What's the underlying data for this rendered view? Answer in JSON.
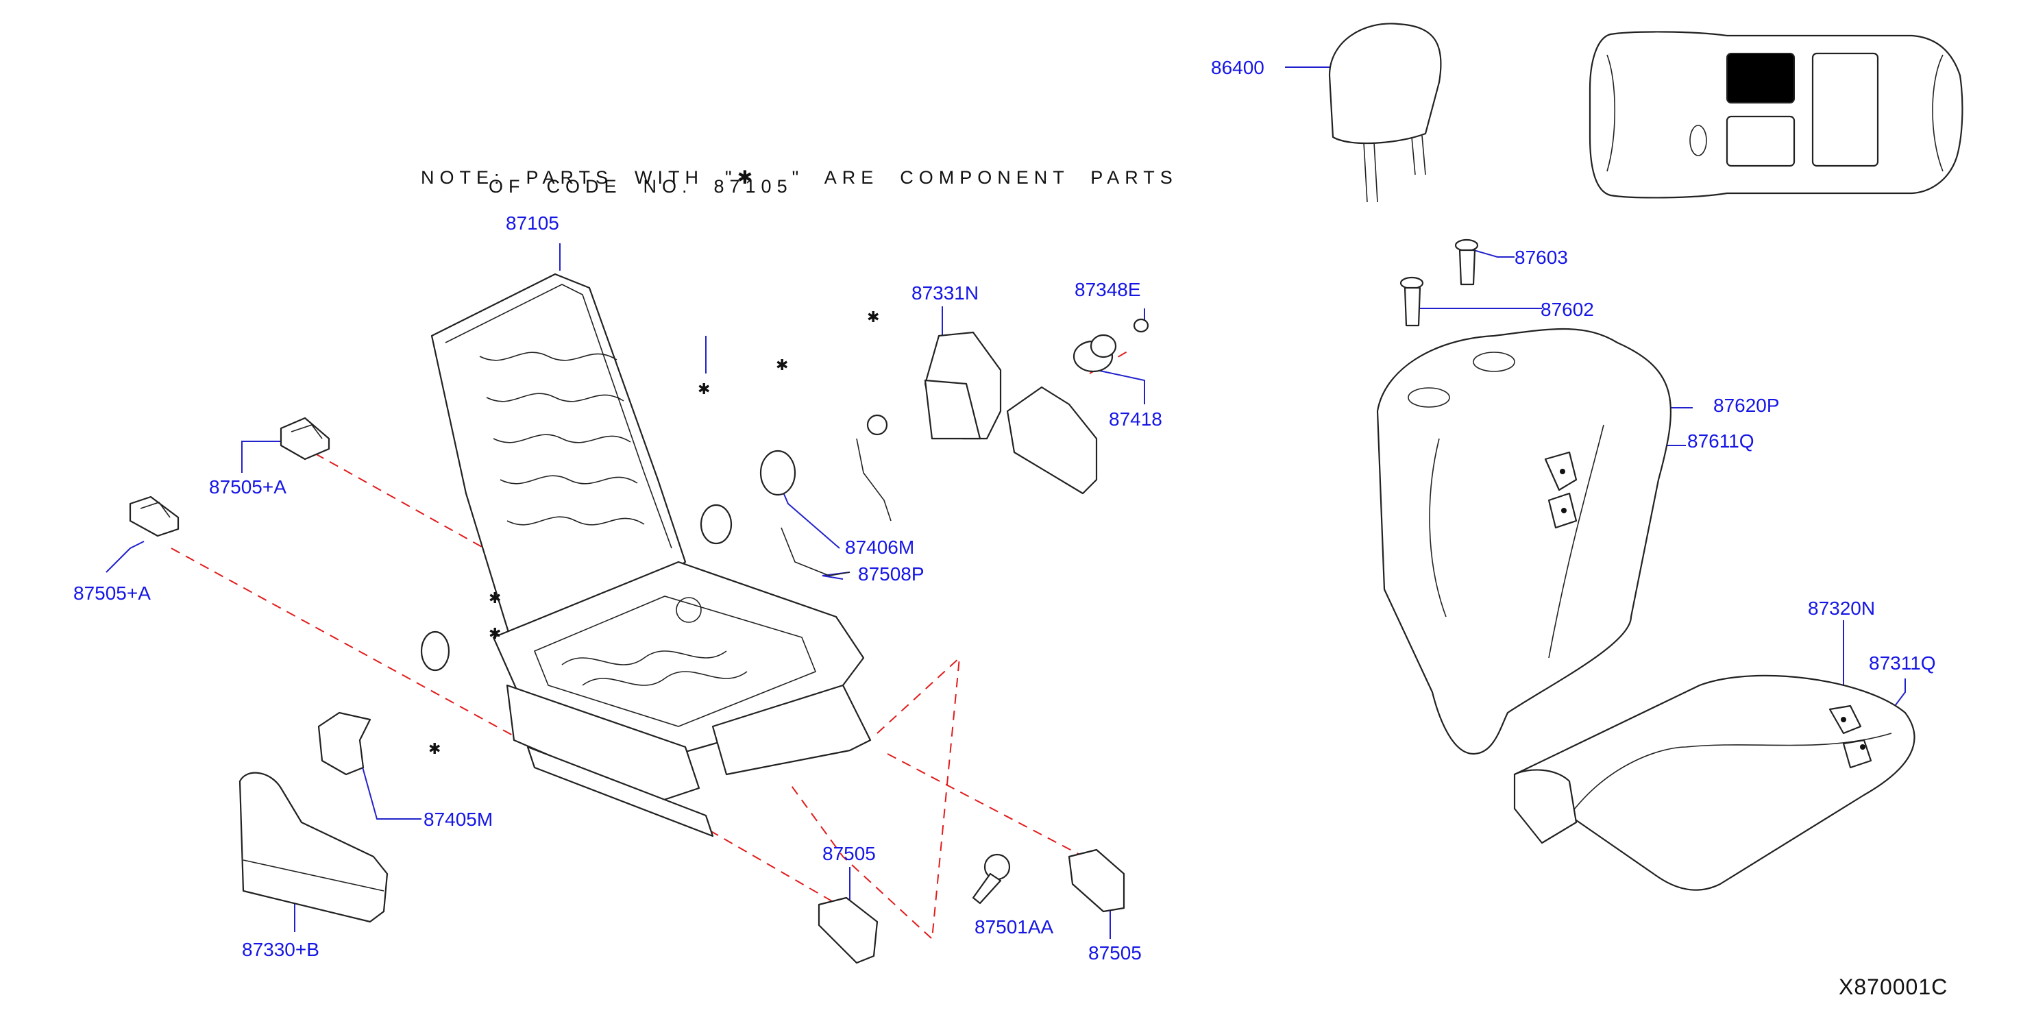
{
  "note": {
    "line1_prefix": "NOTE:  PARTS  WITH  \"",
    "line1_suffix": "\"  ARE  COMPONENT  PARTS",
    "line2": "OF  CODE  NO.  87105",
    "component_mark": "✱"
  },
  "labels": {
    "p87105": "87105",
    "p87505a_upper": "87505+A",
    "p87505a_lower": "87505+A",
    "p87331n": "87331N",
    "p87348e": "87348E",
    "p87418": "87418",
    "p87406m": "87406M",
    "p87508p": "87508P",
    "p87405m": "87405M",
    "p87330b": "87330+B",
    "p87505_mid": "87505",
    "p87501aa": "87501AA",
    "p87505_right": "87505",
    "p86400": "86400",
    "p87603": "87603",
    "p87602": "87602",
    "p87620p": "87620P",
    "p87611q": "87611Q",
    "p87320n": "87320N",
    "p87311q": "87311Q"
  },
  "diagram_code": "X870001C",
  "icons": {
    "component_mark": "asterisk-flower-icon",
    "vehicle": "car-top-view-icon"
  },
  "colors": {
    "label_blue": "#1515e6",
    "dashed_red": "#e21b1b",
    "outline": "#222222",
    "seat_location_fill": "#000000"
  }
}
